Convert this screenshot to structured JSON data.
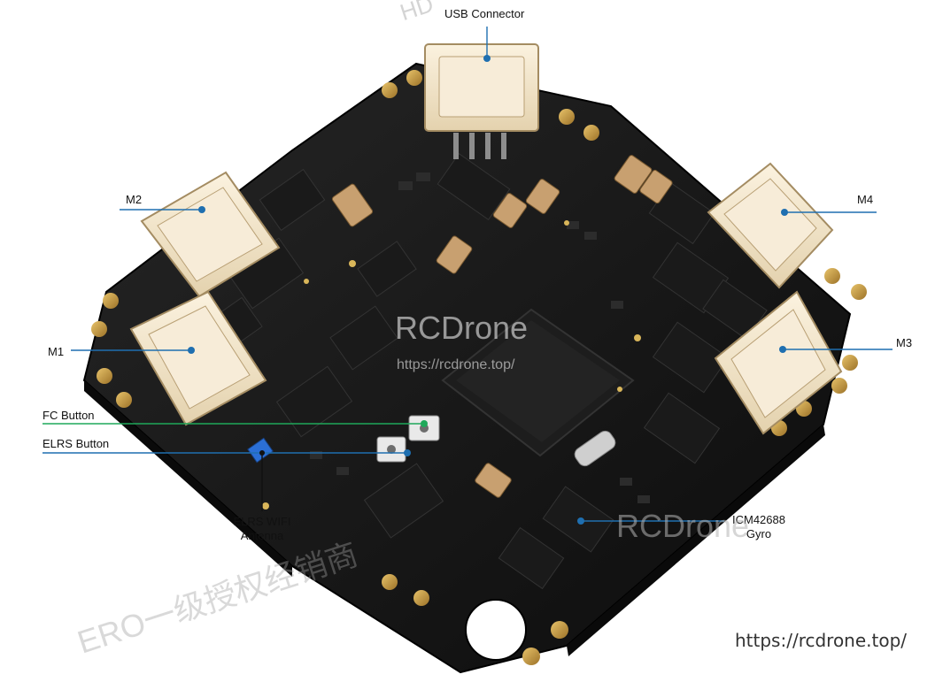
{
  "labels": {
    "usb_connector": "USB Connector",
    "m2": "M2",
    "m4": "M4",
    "m1": "M1",
    "m3": "M3",
    "fc_button": "FC Button",
    "elrs_button": "ELRS Button",
    "elrs_wifi_line1": "ELRS WIFI",
    "elrs_wifi_line2": "Antenna",
    "gyro_line1": "ICM42688",
    "gyro_line2": "Gyro"
  },
  "watermark": {
    "brand": "RCDrone",
    "brand_url": "https://rcdrone.top/",
    "footer_url": "https://rcdrone.top/",
    "top_partial": "HD",
    "bottom_partial": "ERO一级授权经销商"
  },
  "colors": {
    "callout_blue": "#1f6fb0",
    "callout_green": "#1fa85a",
    "pcb": "#151515",
    "connector": "#f3e6cc",
    "gold": "#c99a3c"
  }
}
